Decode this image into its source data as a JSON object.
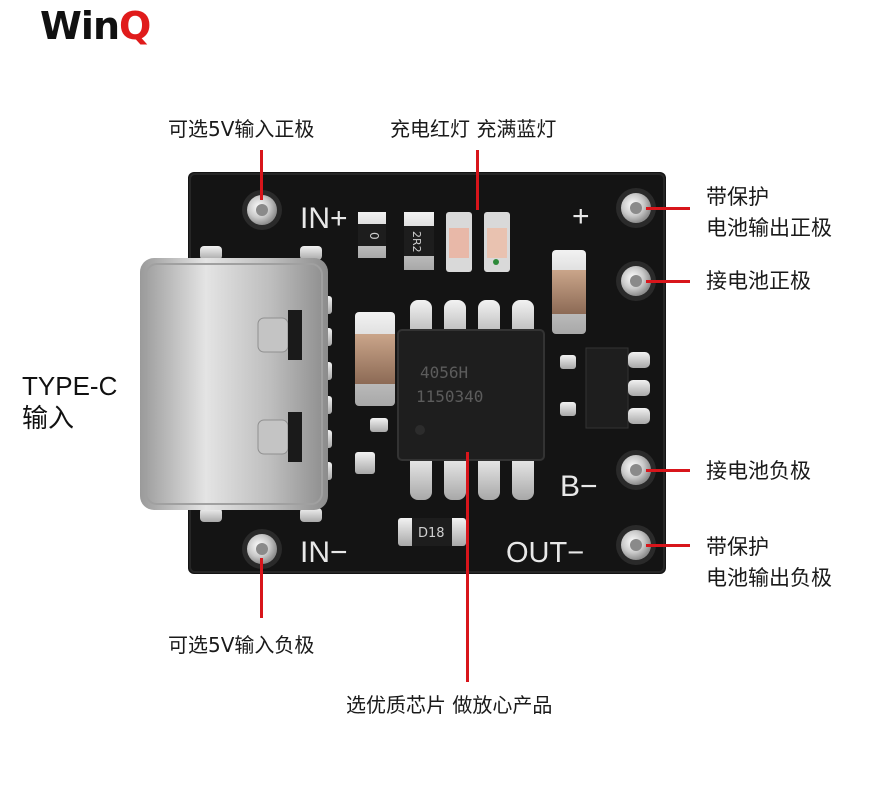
{
  "brand": {
    "win": "Win",
    "q": "Q"
  },
  "labels": {
    "in_pos": "可选5V输入正极",
    "led": "充电红灯 充满蓝灯",
    "out_pos_1": "带保护",
    "out_pos_2": "电池输出正极",
    "bat_pos": "接电池正极",
    "typec_1": "TYPE-C",
    "typec_2": "输入",
    "bat_neg": "接电池负极",
    "out_neg_1": "带保护",
    "out_neg_2": "电池输出负极",
    "in_neg": "可选5V输入负极",
    "chip": "选优质芯片 做放心产品"
  },
  "silkscreen": {
    "in_plus": "IN+",
    "in_minus": "IN−",
    "plus": "+",
    "b_minus": "B−",
    "out_minus": "OUT−",
    "chip_line1": "4056H",
    "chip_line2": "1150340",
    "res_left": "0",
    "res_top": "2R2",
    "res_bottom": "D18"
  },
  "colors": {
    "accent": "#d8151b",
    "pcb": "#141414"
  }
}
